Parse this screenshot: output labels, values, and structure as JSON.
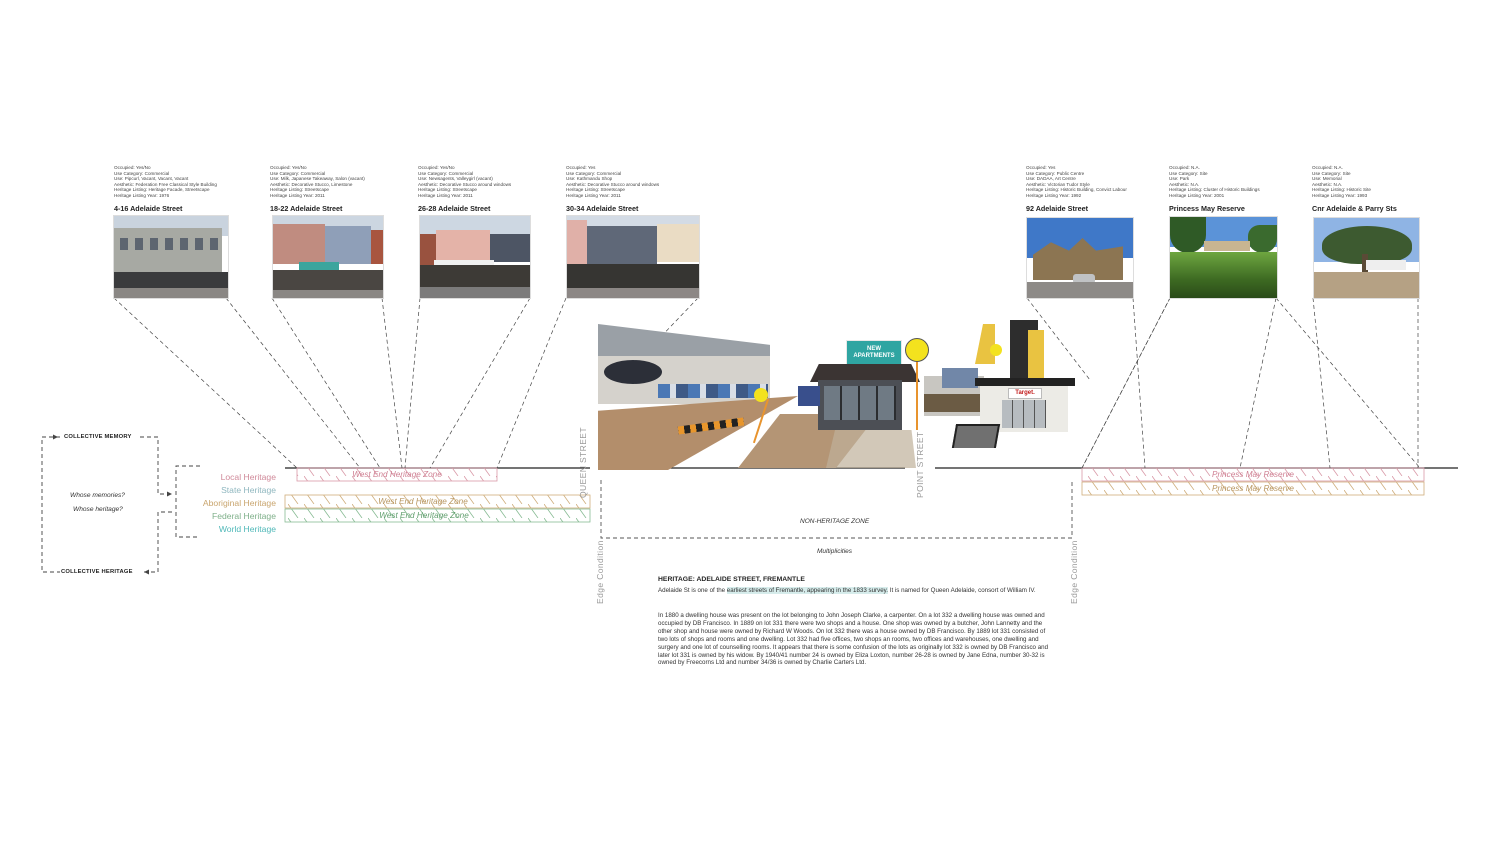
{
  "sites": [
    {
      "title": "4-16 Adelaide Street",
      "meta": [
        "Occupied: Yes/No",
        "Use Category: Commercial",
        "Use: Pipcurl, Vacant, Vacant, Vacant",
        "Aesthetic: Federation Free Classical Style Building",
        "Heritage Listing: Heritage Facade, Streetscape",
        "Heritage Listing Year: 1976"
      ]
    },
    {
      "title": "18-22 Adelaide Street",
      "meta": [
        "Occupied: Yes/No",
        "Use Category: Commercial",
        "Use: Milk, Japanese Takeaway, Salon (vacant)",
        "Aesthetic: Decorative Stucco, Limestone",
        "Heritage Listing: Streetscape",
        "Heritage Listing Year: 2011"
      ]
    },
    {
      "title": "26-28 Adelaide Street",
      "meta": [
        "Occupied: Yes/No",
        "Use Category: Commercial",
        "Use: Newsagents, Valleygirl (vacant)",
        "Aesthetic: Decorative Stucco around windows",
        "Heritage Listing: Streetscape",
        "Heritage Listing Year: 2011"
      ]
    },
    {
      "title": "30-34 Adelaide Street",
      "meta": [
        "Occupied: Yes",
        "Use Category: Commercial",
        "Use: Kathmandu Shop",
        "Aesthetic: Decorative Stucco around windows",
        "Heritage Listing: Streetscape",
        "Heritage Listing Year: 2011"
      ]
    },
    {
      "title": "92 Adelaide Street",
      "meta": [
        "Occupied: Yes",
        "Use Category: Public Centre",
        "Use: DADAA, Art Centre",
        "Aesthetic: Victorian Tudor Style",
        "Heritage Listing: Historic Building, Convict Labour",
        "Heritage Listing Year: 1992"
      ]
    },
    {
      "title": "Princess May Reserve",
      "meta": [
        "Occupied: N.A.",
        "Use Category: Site",
        "Use: Park",
        "Aesthetic: N.A.",
        "Heritage Listing: Cluster of Historic Buildings",
        "Heritage Listing Year: 2001"
      ]
    },
    {
      "title": "Cnr Adelaide & Parry Sts",
      "meta": [
        "Occupied: N.A.",
        "Use Category: Site",
        "Use: Memorial",
        "Aesthetic: N.A.",
        "Heritage Listing: Historic Site",
        "Heritage Listing Year: 1993"
      ]
    }
  ],
  "loop": {
    "top_label": "COLLECTIVE MEMORY",
    "bottom_label": "COLLECTIVE HERITAGE",
    "question_1": "Whose memories?",
    "question_2": "Whose heritage?"
  },
  "heritage_levels": [
    {
      "label": "Local Heritage",
      "color": "#d08a9a"
    },
    {
      "label": "State Heritage",
      "color": "#8fb7bf"
    },
    {
      "label": "Aboriginal Heritage",
      "color": "#c9a56e"
    },
    {
      "label": "Federal Heritage",
      "color": "#7fb08a"
    },
    {
      "label": "World Heritage",
      "color": "#4fb8b8"
    }
  ],
  "zones": {
    "west_end_local": "West End Heritage Zone",
    "west_end_aboriginal": "West End Heritage Zone",
    "west_end_federal": "West End Heritage Zone",
    "princess_may_local": "Princess May Reserve",
    "princess_may_aboriginal": "Princess May Reserve",
    "non_heritage": "NON-HERITAGE ZONE",
    "multiplicities": "Multiplicities"
  },
  "streets": {
    "queen": "QUEEN STREET",
    "point": "POINT STREET",
    "edge_left": "Edge Condition",
    "edge_right": "Edge Condition"
  },
  "collage": {
    "billboard_line1": "NEW",
    "billboard_line2": "APARTMENTS",
    "store_sign": "Target."
  },
  "description": {
    "title": "HERITAGE: ADELAIDE STREET, FREMANTLE",
    "intro_before": "Adelaide St is one of the ",
    "intro_highlight": "earliest streets of Fremantle, appearing in the 1833 survey.",
    "intro_after": " It is named for Queen Adelaide, consort of William IV.",
    "history": "In 1880 a dwelling house was present on the lot belonging to John Joseph Clarke, a carpenter. On a lot 332 a dwelling house was owned and occupied by DB Francisco. In 1889 on lot 331 there were two shops and a house. One shop was owned by a butcher, John Lannetty and the other shop and house were owned by Richard W Woods. On lot 332 there was a house owned by DB Francisco. By 1889 lot 331 consisted of two lots of shops and rooms and one dwelling. Lot 332 had five offices, two shops an rooms, two offices and warehouses, one dwelling and surgery and one lot of counselling rooms. It appears that there is some confusion of the lots as originally lot 332 is owned by DB Francisco and later lot 331 is owned by his widow. By 1940/41 number 24 is owned by Eliza Loxton, number 26-28 is owned by Jane Edna, number 30-32 is owned by Freecorns Ltd and number 34/36 is owned by Charlie Carters Ltd."
  }
}
